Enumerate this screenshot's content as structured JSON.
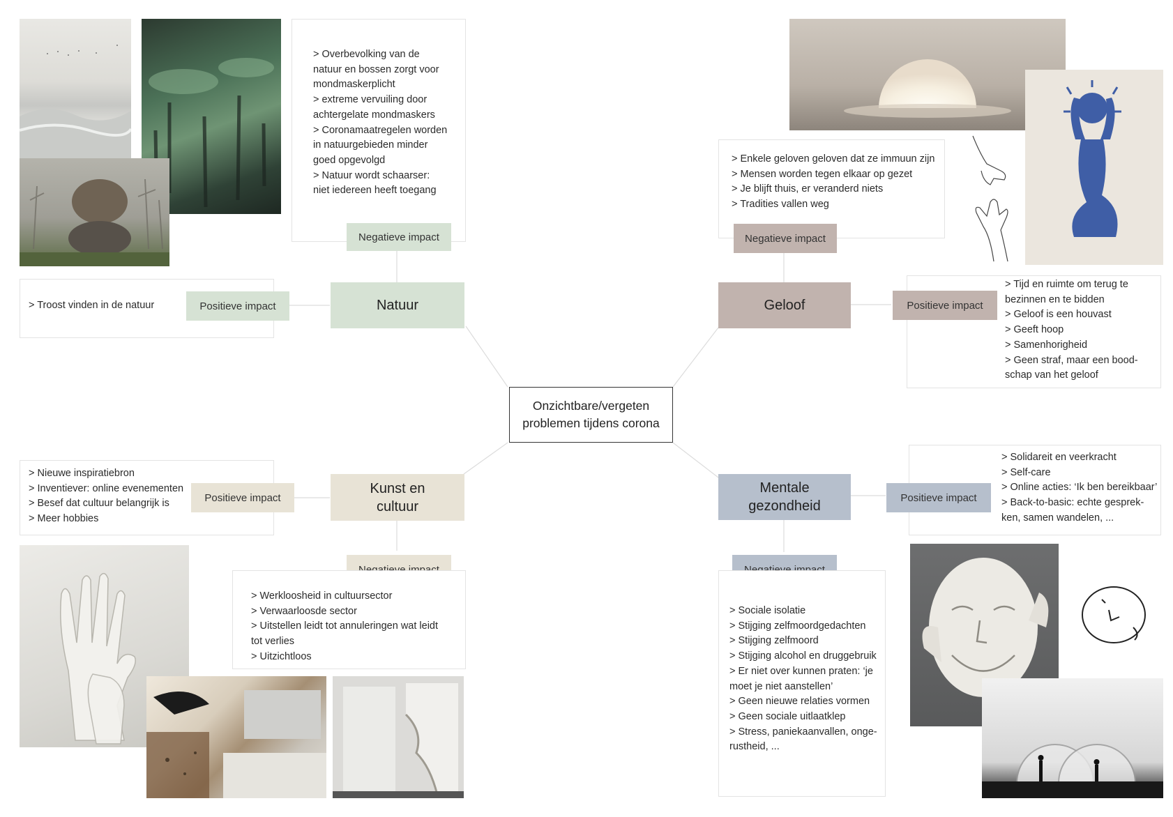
{
  "center": {
    "line1": "Onzichtbare/vergeten",
    "line2": "problemen tijdens corona"
  },
  "natuur": {
    "title": "Natuur",
    "negative_label": "Negatieve impact",
    "positive_label": "Positieve impact",
    "negative_lines": [
      "> Overbevolking van de",
      "natuur en bossen zorgt voor",
      "mondmaskerplicht",
      "> extreme vervuiling door",
      "achtergelate mondmaskers",
      "> Coronamaatregelen worden",
      "in natuurgebieden minder",
      "goed opgevolgd",
      "> Natuur wordt schaarser:",
      "niet iedereen heeft toegang"
    ],
    "positive_lines": [
      "> Troost vinden in de natuur"
    ]
  },
  "geloof": {
    "title": "Geloof",
    "negative_label": "Negatieve impact",
    "positive_label": "Positieve impact",
    "negative_lines": [
      "> Enkele geloven geloven dat ze immuun zijn",
      "> Mensen worden tegen elkaar op gezet",
      "> Je blijft thuis, er veranderd niets",
      "> Tradities vallen weg"
    ],
    "positive_lines": [
      "> Tijd en ruimte om terug te",
      "bezinnen en te bidden",
      "> Geloof is een houvast",
      "> Geeft hoop",
      "> Samenhorigheid",
      "> Geen straf, maar een bood-",
      "schap van het geloof"
    ]
  },
  "kunst": {
    "title_line1": "Kunst en",
    "title_line2": "cultuur",
    "negative_label": "Negatieve impact",
    "positive_label": "Positieve impact",
    "positive_lines": [
      "> Nieuwe inspiratiebron",
      "> Inventiever: online evenementen",
      "> Besef dat cultuur belangrijk is",
      "> Meer hobbies"
    ],
    "negative_lines": [
      "> Werkloosheid in cultuursector",
      "> Verwaarloosde sector",
      "> Uitstellen leidt tot annuleringen wat leidt",
      "tot verlies",
      "> Uitzichtloos"
    ]
  },
  "mentaal": {
    "title_line1": "Mentale",
    "title_line2": "gezondheid",
    "negative_label": "Negatieve impact",
    "positive_label": "Positieve impact",
    "positive_lines": [
      "> Solidareit en veerkracht",
      "> Self-care",
      "> Online acties: ‘Ik ben bereikbaar’",
      "> Back-to-basic: echte gesprek-",
      "ken, samen wandelen, ..."
    ],
    "negative_lines": [
      "> Sociale isolatie",
      "> Stijging zelfmoordgedachten",
      "> Stijging zelfmoord",
      "> Stijging alcohol en druggebruik",
      "> Er niet over kunnen praten: ‘je",
      "moet je niet aanstellen’",
      "> Geen nieuwe relaties vormen",
      "> Geen sociale uitlaatklep",
      "> Stress, paniekaanvallen, onge-",
      "rustheid, ..."
    ]
  },
  "colors": {
    "natuur": "#d6e2d4",
    "geloof": "#c1b3ae",
    "kunst": "#e8e3d6",
    "mentaal": "#b6bfcc",
    "connector": "#dcdcdc"
  }
}
